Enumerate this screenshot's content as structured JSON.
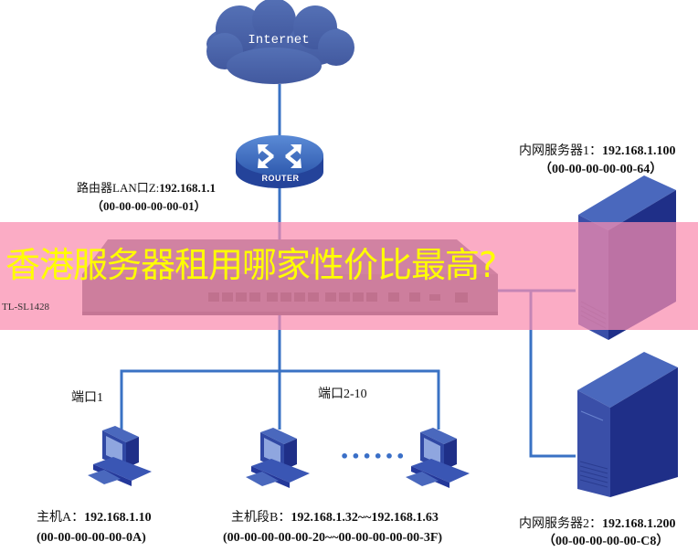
{
  "title_banner": "香港服务器租用哪家性价比最高?",
  "internet": {
    "label": "Internet"
  },
  "router": {
    "badge": "ROUTER",
    "lan_label": "路由器LAN口Z:",
    "lan_ip": "192.168.1.1",
    "lan_mac": "（00-00-00-00-00-01）"
  },
  "switch": {
    "model": "TL-SL1428"
  },
  "ports": {
    "port1": "端口1",
    "port2_10": "端口2-10"
  },
  "dots": "••••••",
  "hosts": {
    "host_a": {
      "label": "主机A：",
      "ip": "192.168.1.10",
      "mac": "(00-00-00-00-00-0A)"
    },
    "host_b": {
      "label": "主机段B：",
      "ip": "192.168.1.32~~192.168.1.63",
      "mac": "(00-00-00-00-00-20~~00-00-00-00-00-3F)"
    }
  },
  "servers": {
    "server1": {
      "label": "内网服务器1：",
      "ip": "192.168.1.100",
      "mac": "（00-00-00-00-00-64）"
    },
    "server2": {
      "label": "内网服务器2：",
      "ip": "192.168.1.200",
      "mac": "（00-00-00-00-00-C8）"
    }
  },
  "colors": {
    "link": "#3a72c4",
    "device": "#2f3f99",
    "cloud": "#4a64ad",
    "banner_text": "#ffff00",
    "banner_bg": "#fa8caf"
  }
}
